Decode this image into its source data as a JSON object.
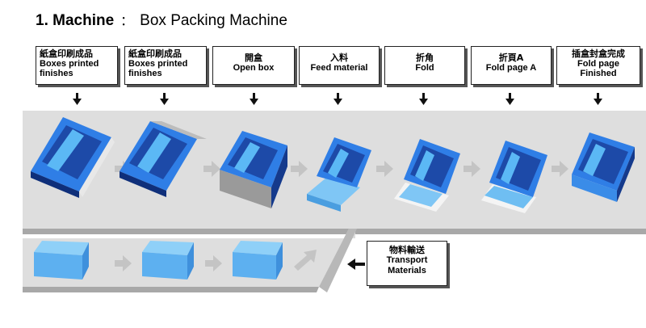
{
  "header": {
    "number_label": "1. Machine",
    "separator": "：",
    "machine_name": "Box Packing Machine"
  },
  "steps": [
    {
      "zh": "紙盒印刷成品",
      "en": "Boxes printed finishes"
    },
    {
      "zh": "紙盒印刷成品",
      "en": "Boxes printed finishes"
    },
    {
      "zh": "開盒",
      "en": "Open box"
    },
    {
      "zh": "入料",
      "en": "Feed material"
    },
    {
      "zh": "折角",
      "en": "Fold"
    },
    {
      "zh": "折頁A",
      "en": "Fold page A"
    },
    {
      "zh": "插盒封盒完成",
      "en": "Fold page Finished"
    }
  ],
  "transport": {
    "zh": "物料輸送",
    "en_line1": "Transport",
    "en_line2": "Materials"
  },
  "colors": {
    "belt": "#dcdcdc",
    "belt_edge": "#9a9a9a",
    "box_blue": "#3a86e8",
    "box_dark": "#1c3f9e",
    "material_blue": "#64b4f0",
    "arrow_gray": "#c8c8c8"
  }
}
